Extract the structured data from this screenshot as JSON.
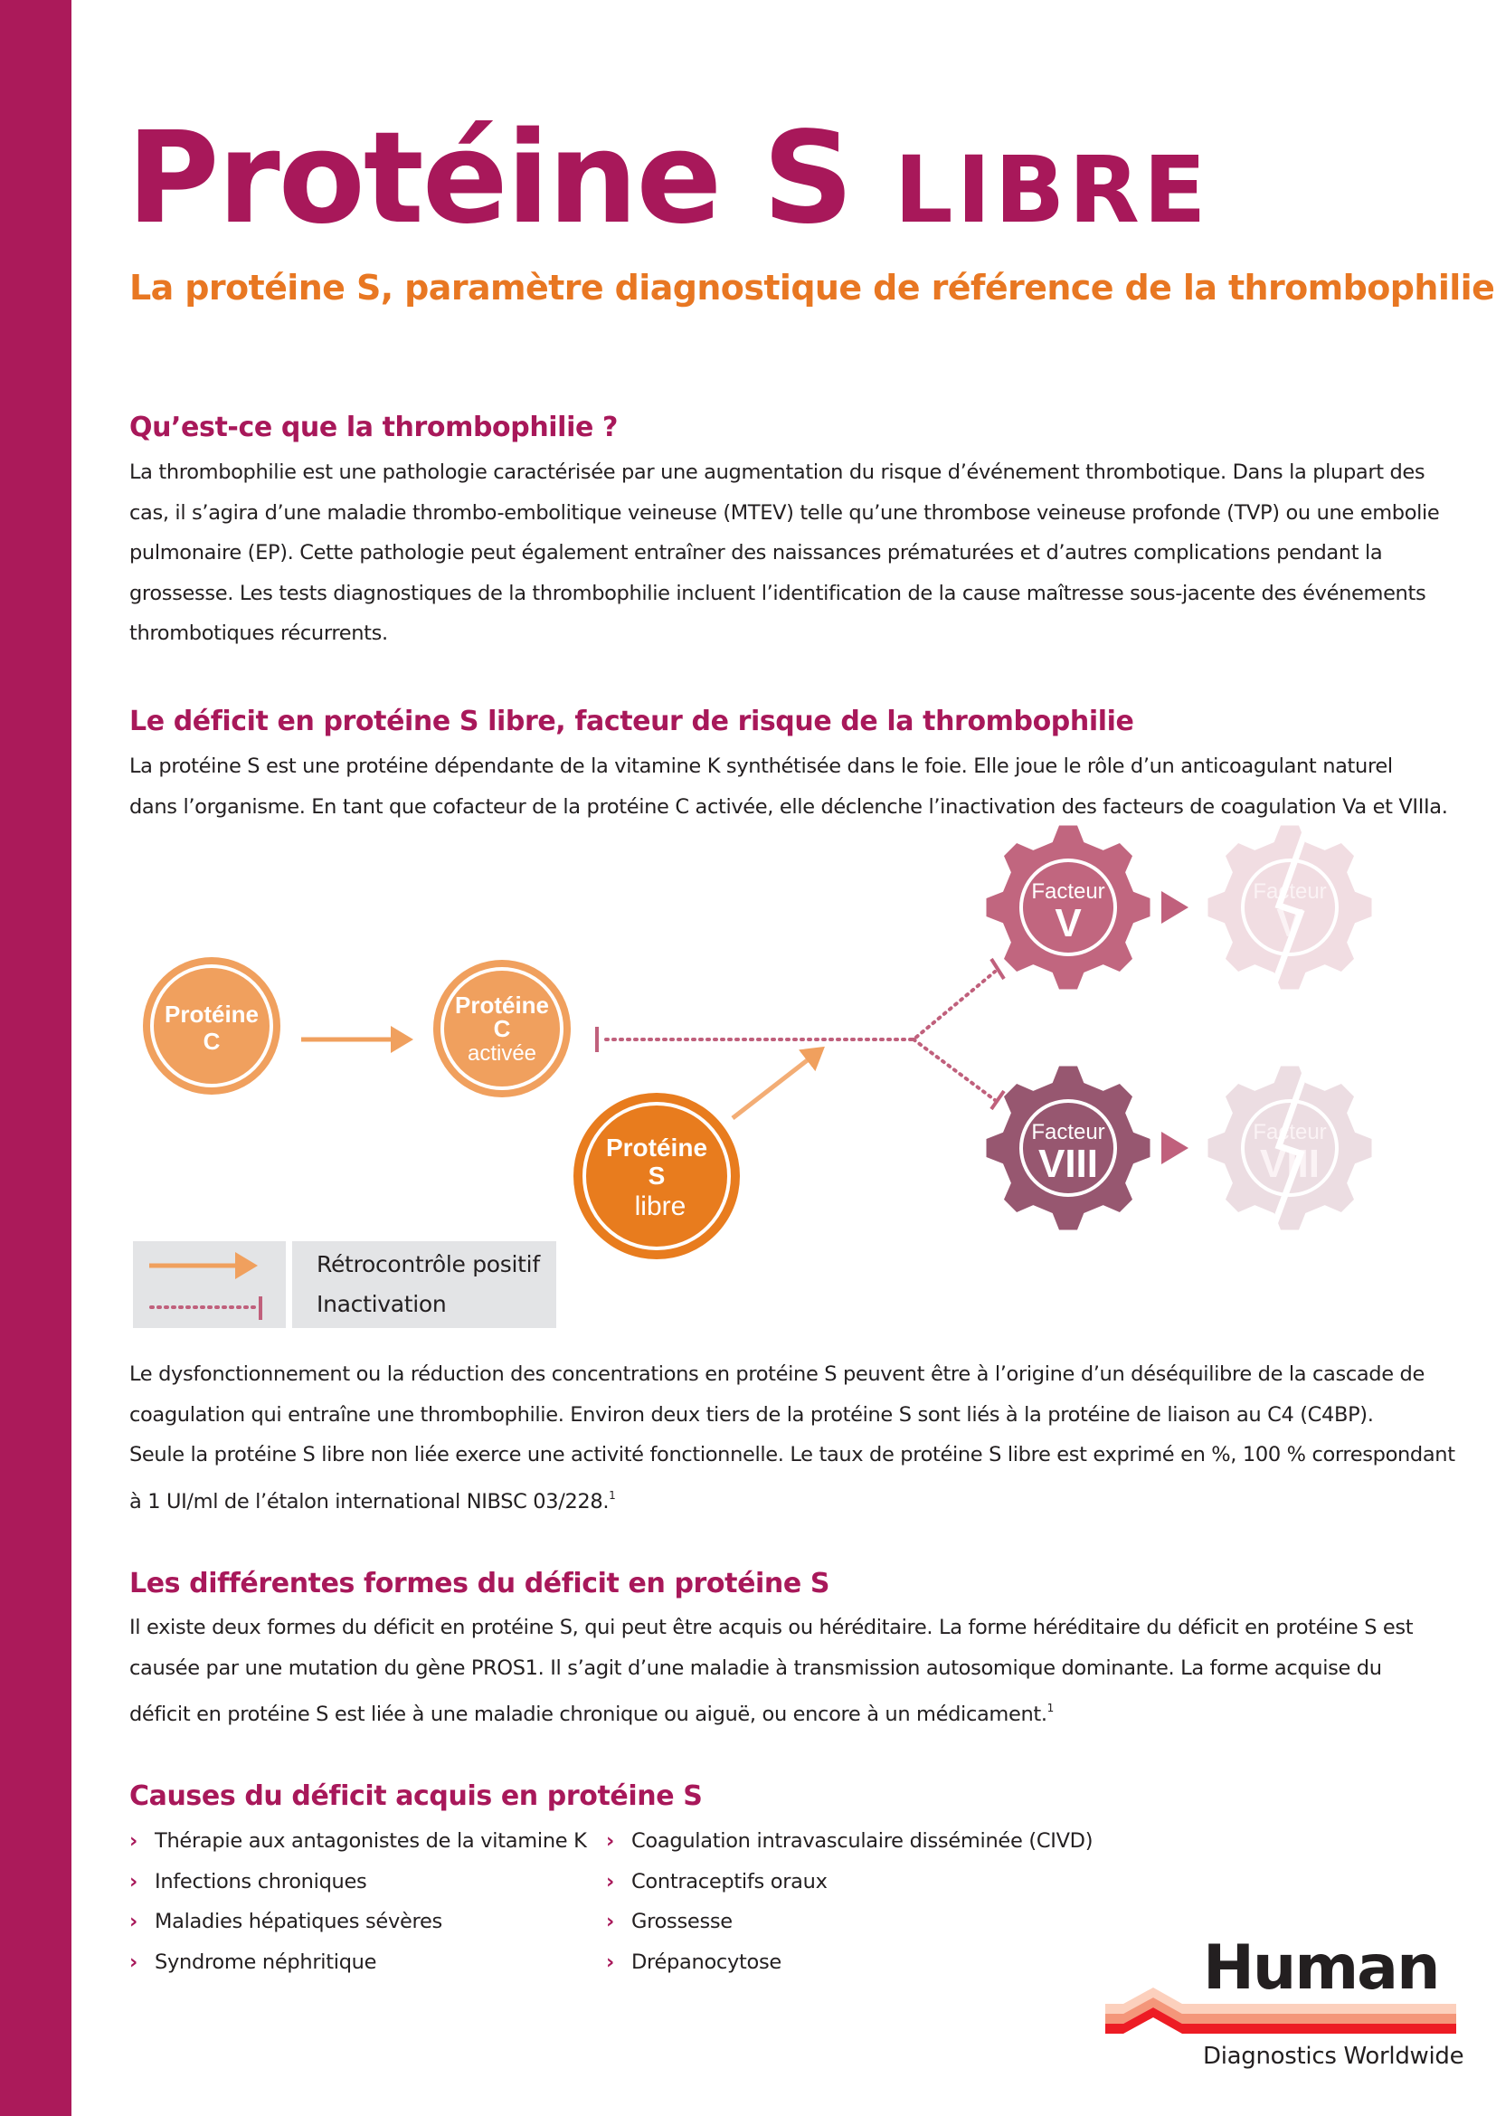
{
  "title": {
    "main": "Protéine S",
    "small_caps": "LIBRE"
  },
  "subtitle": "La protéine S, paramètre diagnostique de référence de la thrombophilie",
  "sections": [
    {
      "heading": "Qu’est-ce que la thrombophilie ?",
      "lines": [
        "La thrombophilie est une pathologie caractérisée par une augmentation du risque d’événement thrombotique. Dans la plupart des",
        "cas, il s’agira d’une maladie thrombo-embolitique veineuse (MTEV) telle qu’une thrombose veineuse profonde (TVP) ou une embolie",
        "pulmonaire (EP). Cette pathologie peut également entraîner des naissances prématurées et d’autres complications pendant la",
        "grossesse. Les tests diagnostiques de la thrombophilie incluent l’identification de la cause maîtresse sous-jacente des événements",
        "thrombotiques récurrents."
      ]
    },
    {
      "heading": "Le déficit en protéine S libre, facteur de risque de la thrombophilie",
      "lines": [
        "La protéine S est une protéine dépendante de la vitamine K synthétisée dans le foie. Elle joue le rôle d’un anticoagulant naturel",
        "dans l’organisme. En tant que cofacteur de la protéine C activée, elle déclenche l’inactivation des facteurs de coagulation Va et VIIIa."
      ],
      "lines_after": [
        "Le dysfonctionnement ou la réduction des concentrations en protéine S peuvent être à l’origine d’un déséquilibre de la cascade de",
        "coagulation qui entraîne une thrombophilie. Environ deux tiers de la protéine S sont liés à la protéine de liaison au C4 (C4BP).",
        "Seule la protéine S libre non liée exerce une activité fonctionnelle. Le taux de protéine S libre est exprimé en %, 100 % correspondant",
        "à 1 UI/ml de l’étalon international NIBSC 03/228."
      ],
      "footnote": "1"
    },
    {
      "heading": "Les différentes formes du déficit en protéine S",
      "lines": [
        "Il existe deux formes du déficit en protéine S, qui peut être acquis ou héréditaire. La forme héréditaire du déficit en protéine S est",
        "causée par une mutation du gène PROS1. Il s’agit d’une maladie à transmission autosomique dominante. La forme acquise du",
        "déficit en protéine S est liée à une maladie chronique ou aiguë, ou encore à un médicament."
      ],
      "footnote": "1"
    },
    {
      "heading": "Causes du déficit acquis en protéine S",
      "col1": [
        "Thérapie aux antagonistes de la vitamine K",
        "Infections chroniques",
        "Maladies hépatiques sévères",
        "Syndrome néphritique"
      ],
      "col2": [
        "Coagulation intravasculaire disséminée (CIVD)",
        "Contraceptifs oraux",
        "Grossesse",
        "Drépanocytose"
      ]
    }
  ],
  "diagram": {
    "protein_c": [
      "Protéine",
      "C"
    ],
    "protein_ca": [
      "Protéine",
      "C",
      "activée"
    ],
    "protein_s": [
      "Protéine",
      "S",
      "libre"
    ],
    "factor_v": [
      "Facteur",
      "V"
    ],
    "factor_viii": [
      "Facteur",
      "VIII"
    ],
    "legend": {
      "positive": "Rétrocontrôle positif",
      "inactivation": "Inactivation"
    },
    "colors": {
      "orange_light": "#f0a05e",
      "orange": "#e87c1e",
      "factor_v": "#c1667f",
      "factor_viii": "#975770",
      "faded": "#f1dde2",
      "inhibit": "#c0607c"
    }
  },
  "logo": {
    "name": "Human",
    "tagline": "Diagnostics Worldwide"
  }
}
